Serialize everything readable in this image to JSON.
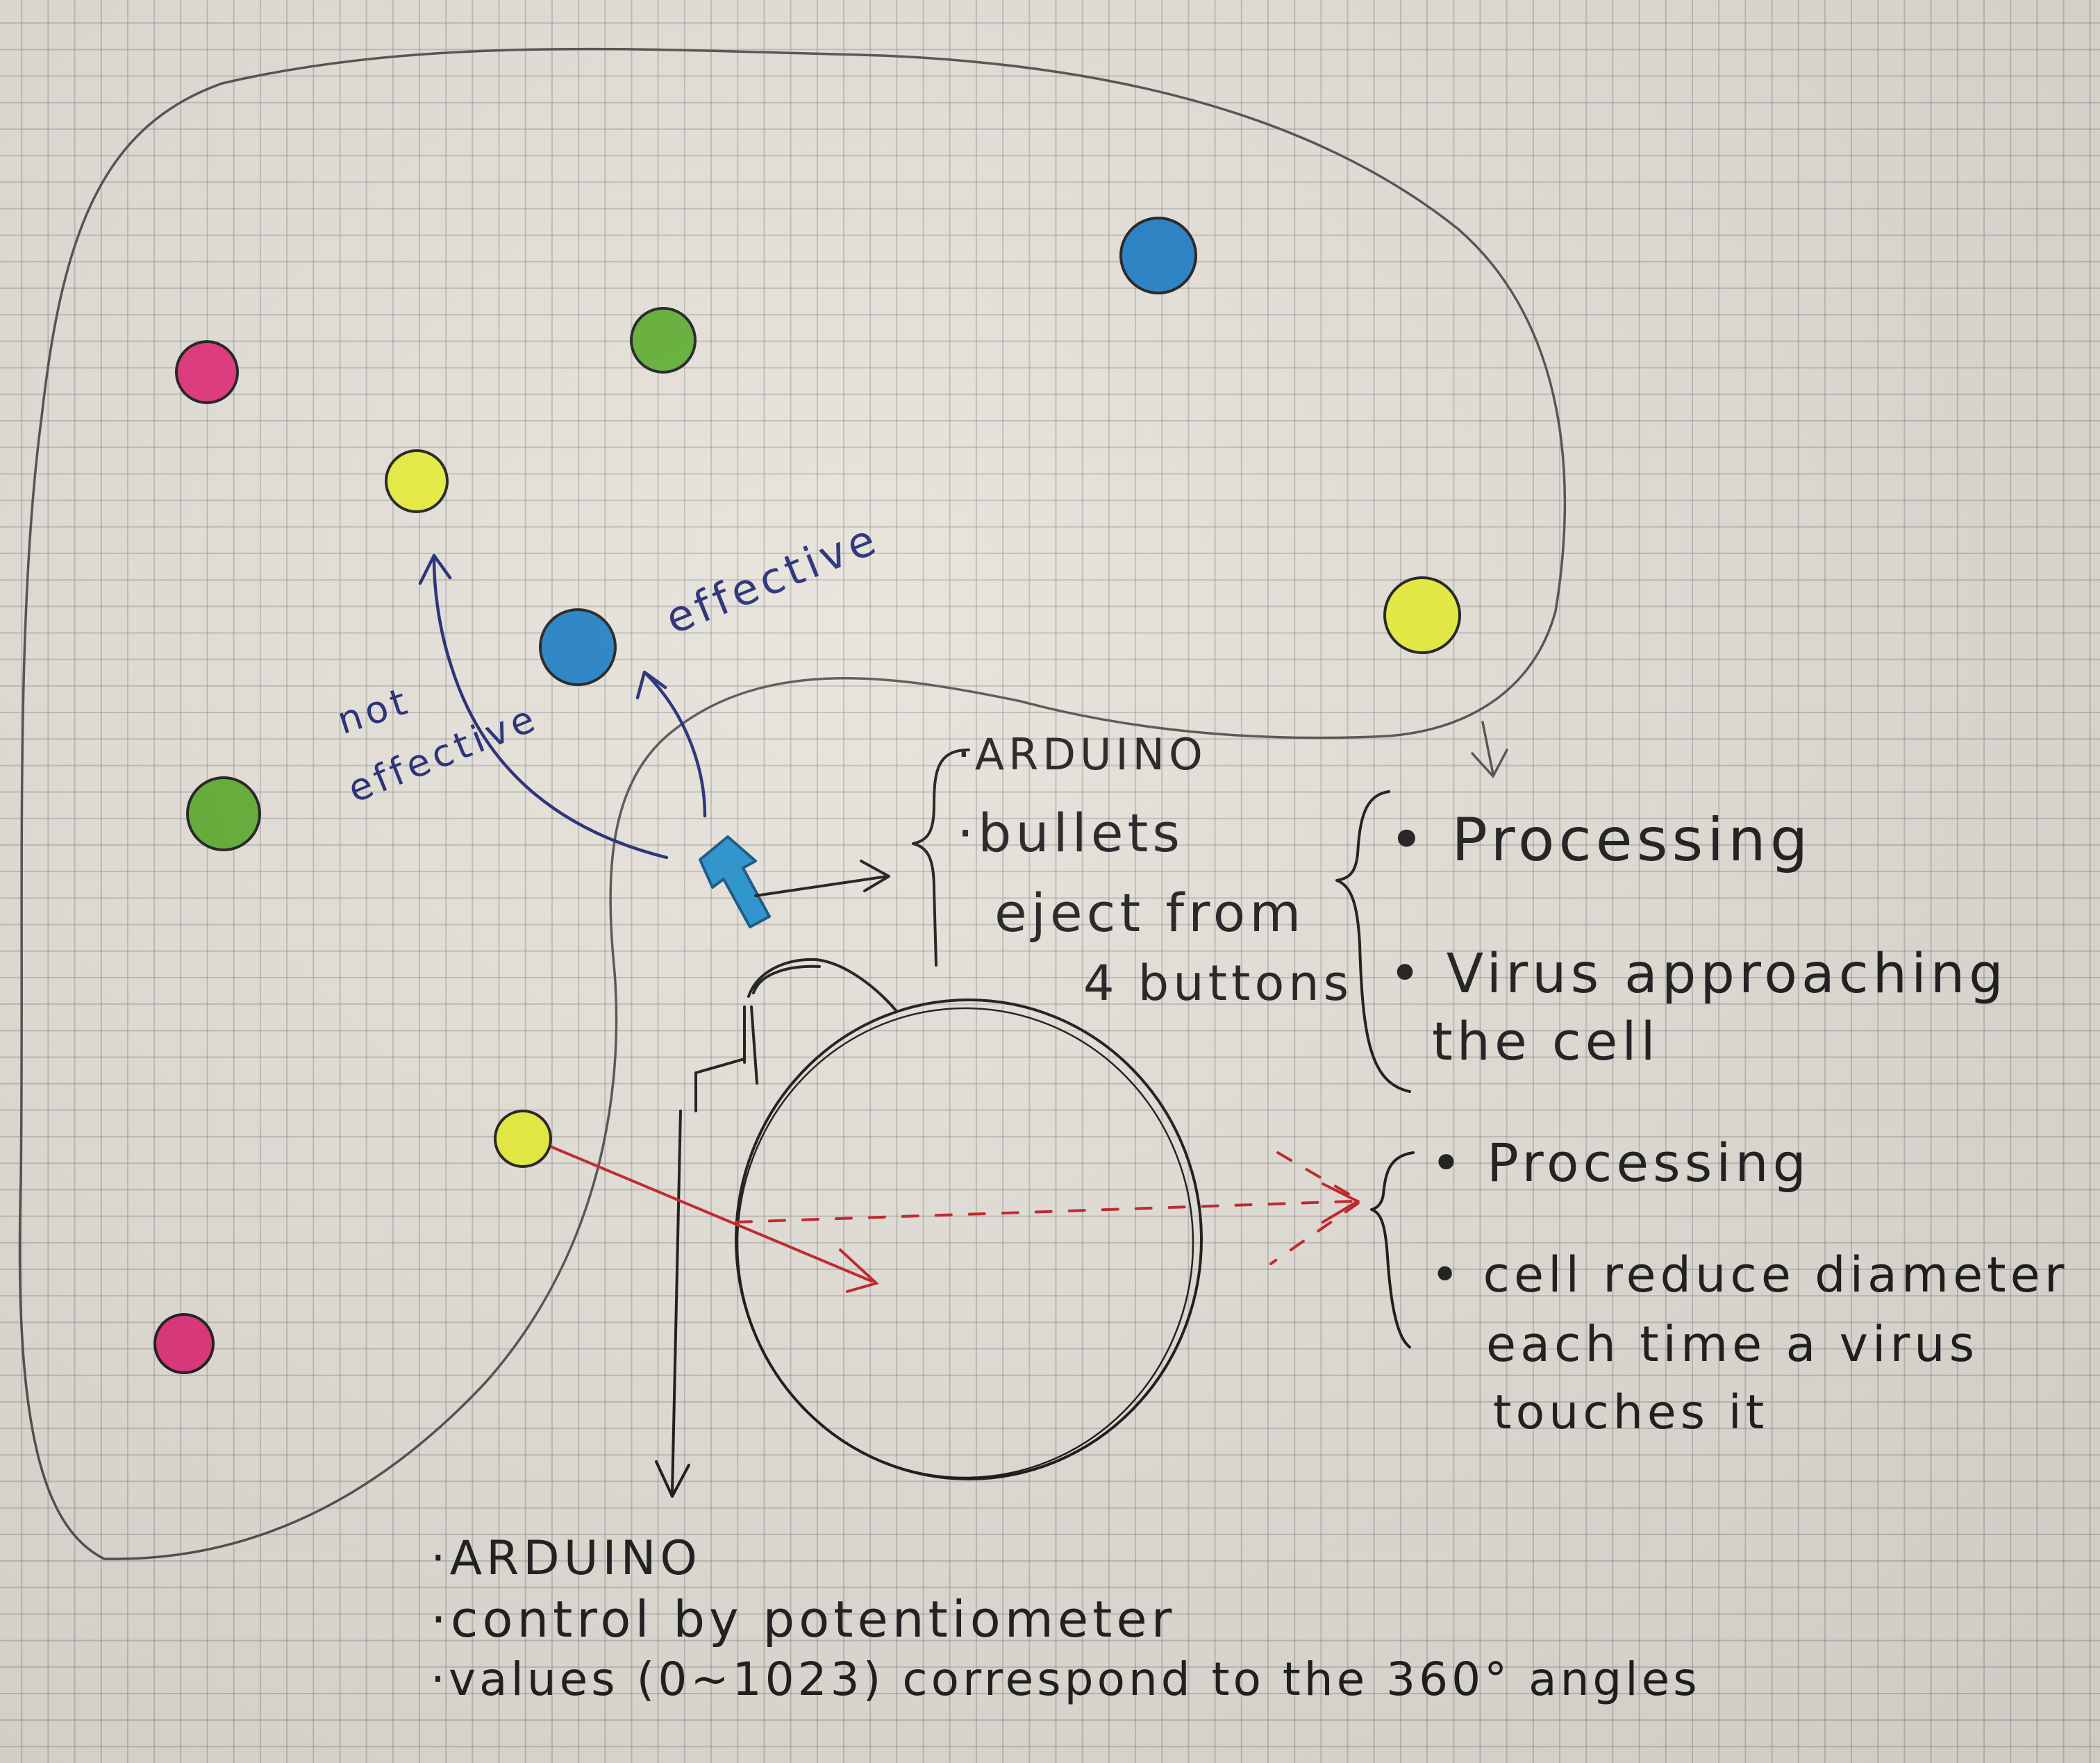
{
  "colors": {
    "pink": "#e2327b",
    "green": "#5fae32",
    "yellow": "#e8ee3a",
    "blue": "#1f7fc4",
    "navy_ink": "#1d2470",
    "red_ink": "#c41e24",
    "paper": "#e6e2da"
  },
  "viruses": [
    {
      "id": "pink-virus-1",
      "color": "pink"
    },
    {
      "id": "green-virus-1",
      "color": "green"
    },
    {
      "id": "blue-virus-1",
      "color": "blue"
    },
    {
      "id": "yellow-virus-1",
      "color": "yellow"
    },
    {
      "id": "blue-virus-2",
      "color": "blue"
    },
    {
      "id": "yellow-virus-2",
      "color": "yellow"
    },
    {
      "id": "green-virus-2",
      "color": "green"
    },
    {
      "id": "yellow-virus-3",
      "color": "yellow"
    },
    {
      "id": "pink-virus-2",
      "color": "pink"
    }
  ],
  "labels": {
    "effective": "effective",
    "not_effective_line1": "not",
    "not_effective_line2": "effective"
  },
  "notes": {
    "bullets": {
      "line1": "·ARDUINO",
      "line2": "·bullets",
      "line3": "eject from",
      "line4": "4 buttons"
    },
    "processing_virus": {
      "line1": "• Processing",
      "line2": "• Virus approaching",
      "line3": "the cell"
    },
    "processing_cell": {
      "line1": "• Processing",
      "line2": "• cell reduce diameter",
      "line3": "each time a virus",
      "line4": "touches it"
    },
    "potentiometer": {
      "line1": "·ARDUINO",
      "line2": "·control by potentiometer",
      "line3": "·values (0~1023) correspond to the 360° angles"
    }
  }
}
